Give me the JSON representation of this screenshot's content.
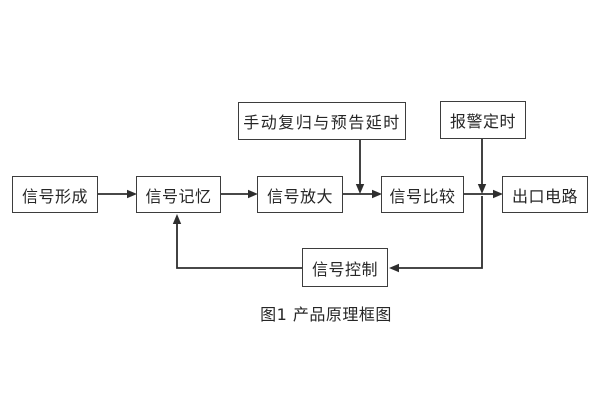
{
  "diagram": {
    "caption": "图1 产品原理框图",
    "nodes": {
      "signal_form": "信号形成",
      "signal_memory": "信号记忆",
      "signal_amplify": "信号放大",
      "signal_compare": "信号比较",
      "output_circuit": "出口电路",
      "manual_reset": "手动复归与预告延时",
      "alarm_timer": "报警定时",
      "signal_control": "信号控制"
    },
    "connections": [
      {
        "from": "signal_form",
        "to": "signal_memory",
        "type": "arrow"
      },
      {
        "from": "signal_memory",
        "to": "signal_amplify",
        "type": "arrow"
      },
      {
        "from": "signal_amplify",
        "to": "signal_compare",
        "type": "arrow"
      },
      {
        "from": "signal_compare",
        "to": "output_circuit",
        "type": "arrow"
      },
      {
        "from": "manual_reset",
        "to": "amplify_compare_link",
        "type": "arrow-down"
      },
      {
        "from": "alarm_timer",
        "to": "compare_output_link",
        "type": "arrow-down"
      },
      {
        "from": "compare_output_link",
        "to": "signal_control",
        "type": "arrow-left"
      },
      {
        "from": "signal_control",
        "to": "signal_memory",
        "type": "arrow-up-feedback"
      }
    ],
    "colors": {
      "background": "#ffffff",
      "line": "#2e2e2e",
      "box_border": "#3d3d3d",
      "text": "#262626"
    }
  }
}
